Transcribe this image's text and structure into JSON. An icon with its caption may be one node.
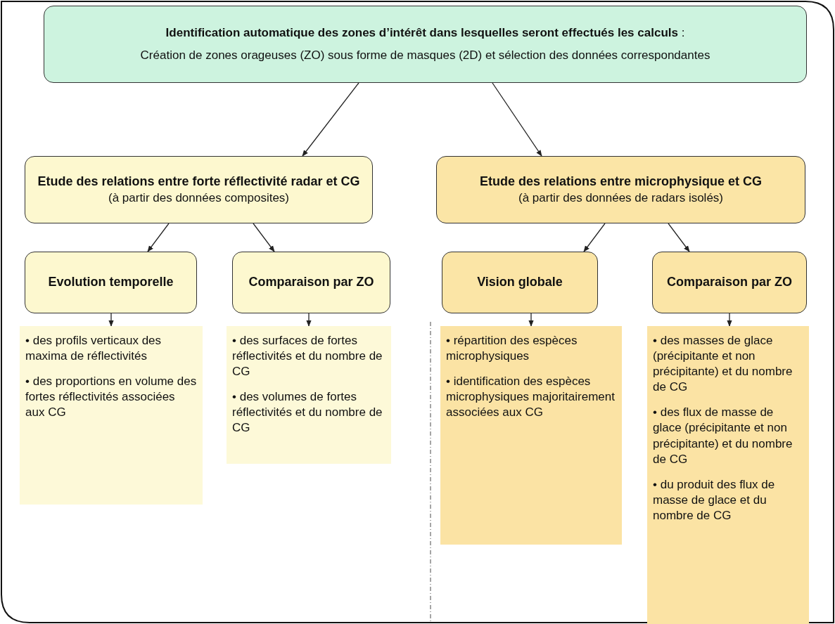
{
  "diagram": {
    "nodes": [
      {
        "text": [
          "**Identification automatique des zones d’intérêt dans lesquelles seront effectués les calculs** :",
          "Création de zones orageuses (ZO) sous forme de masques (2D) et sélection des données correspondantes"
        ]
      },
      {
        "text": [
          "Etude des relations entre forte réflectivité radar et CG",
          "(à partir des données composites)"
        ]
      },
      {
        "text": [
          "Etude des relations entre microphysique et CG",
          "(à partir des données de radars isolés)"
        ]
      },
      {
        "text": [
          "Evolution temporelle"
        ]
      },
      {
        "text": [
          "Comparaison par ZO"
        ]
      },
      {
        "text": [
          "Vision globale"
        ]
      },
      {
        "text": [
          "Comparaison par ZO"
        ]
      },
      {
        "text": [
          "• des profils verticaux des maxima de réflectivités",
          "• des proportions en volume des fortes réflectivités associées aux CG"
        ]
      },
      {
        "text": [
          "• des surfaces de fortes réflectivités et du nombre de CG",
          "• des volumes de fortes réflectivités et du nombre de CG"
        ]
      },
      {
        "text": [
          "• répartition des espèces microphysiques",
          "• identification des espèces microphysiques majoritairement associées aux CG"
        ]
      },
      {
        "text": [
          "• des masses de glace (précipitante et non précipitante) et du nombre de CG",
          "• des flux de masse de glace (précipitante et non précipitante) et du nombre de CG",
          "• du produit des flux de masse de glace et du nombre de CG"
        ]
      }
    ],
    "edges": [
      {
        "from": 0,
        "to": 1,
        "arrow": "to"
      },
      {
        "from": 0,
        "to": 2,
        "arrow": "to"
      },
      {
        "from": 1,
        "to": 3,
        "arrow": "to"
      },
      {
        "from": 1,
        "to": 4,
        "arrow": "to"
      },
      {
        "from": 2,
        "to": 5,
        "arrow": "to"
      },
      {
        "from": 2,
        "to": 6,
        "arrow": "to"
      },
      {
        "from": 3,
        "to": 7,
        "arrow": "to"
      },
      {
        "from": 4,
        "to": 8,
        "arrow": "to"
      },
      {
        "from": 5,
        "to": 9,
        "arrow": "to"
      },
      {
        "from": 6,
        "to": 10,
        "arrow": "to"
      }
    ]
  }
}
